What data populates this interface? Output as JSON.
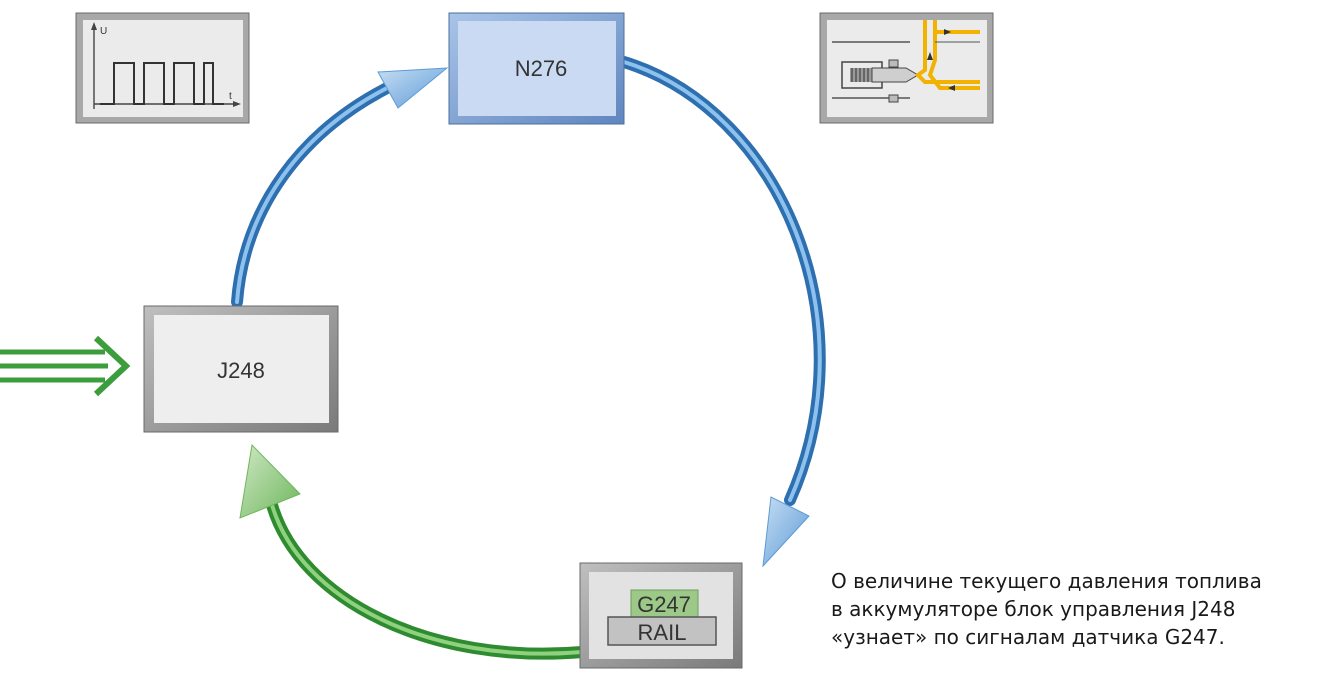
{
  "nodes": {
    "pump_module": "N276",
    "ecu": "J248",
    "sensor": "G247",
    "rail": "RAIL"
  },
  "signal_icon": {
    "y_axis": "U",
    "x_axis": "t"
  },
  "caption": {
    "line1": "О величине текущего давления топлива",
    "line2": "в аккумуляторе блок управления J248",
    "line3": "«узнает» по сигналам датчика G247."
  },
  "colors": {
    "blue_pipe": "#3d86c8",
    "green_pipe": "#3c9d3c",
    "n276_fill": "#c9daf2",
    "box_fill": "#dcdcdc",
    "sensor_label_bg": "#9cc888",
    "valve_yellow": "#f2b200"
  }
}
